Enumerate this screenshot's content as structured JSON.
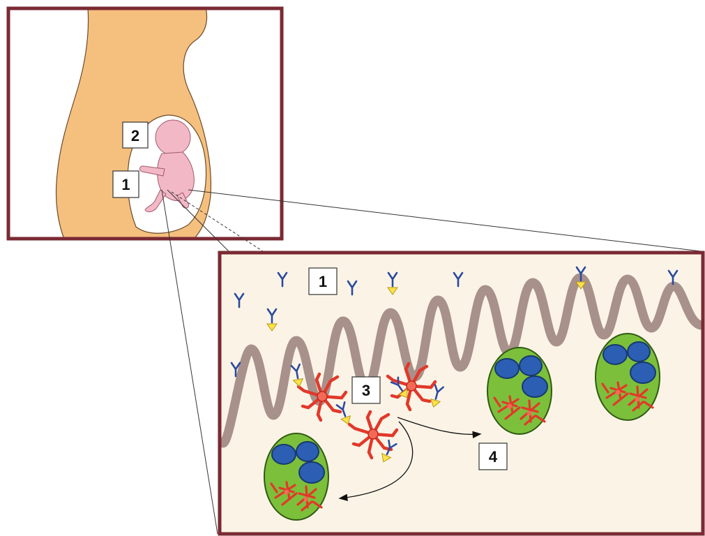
{
  "colors": {
    "frame": "#7a2a33",
    "body_skin": "#f5c07e",
    "fetus": "#f2b8c6",
    "placenta_bg": "#fbf4e6",
    "villi": "#a8918a",
    "antibody": "#2a4aa0",
    "antigen": "#ffe14a",
    "cell_red": "#e2382a",
    "cluster_green": "#7cbf3b",
    "cluster_blue": "#2c5fb3"
  },
  "icons": [
    "antibody-icon",
    "antigen-antibody-complex-icon",
    "red-star-cell-icon",
    "cell-cluster-icon"
  ],
  "inset": {
    "labels": {
      "uterus": "1",
      "fetus": "2"
    }
  },
  "zoom": {
    "labels": {
      "maternal_side": "1",
      "cells": "3",
      "transfer": "4"
    }
  }
}
